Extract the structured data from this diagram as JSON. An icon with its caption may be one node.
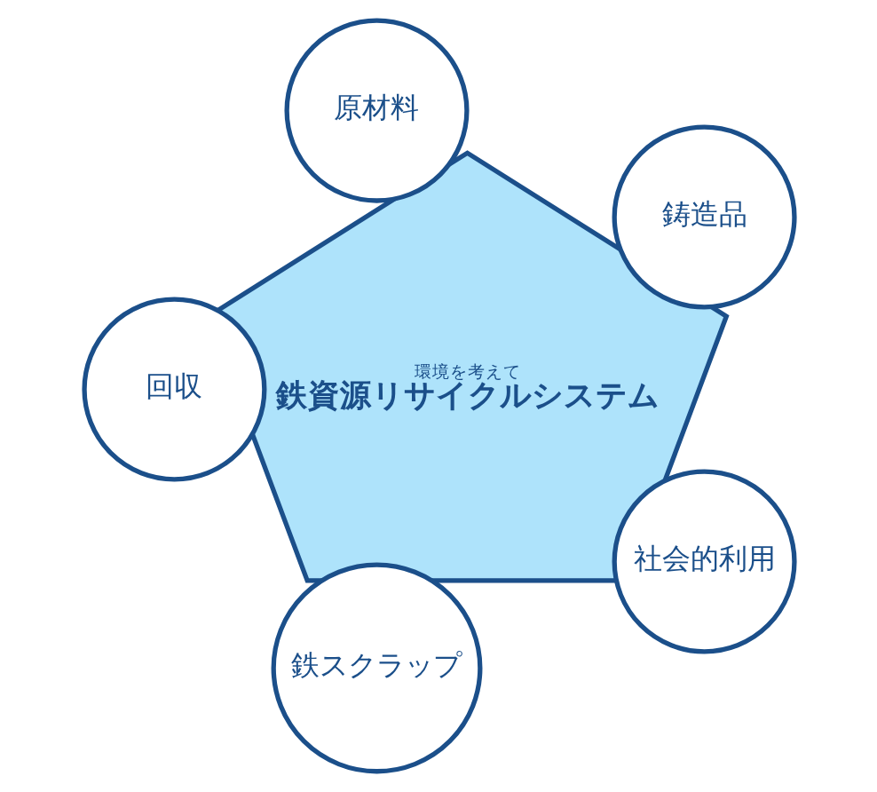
{
  "diagram": {
    "nodes": [
      {
        "text": [
          "環境を考えて",
          "鉄資源リサイクルシステム"
        ]
      },
      {
        "text": [
          "鋳造品"
        ]
      },
      {
        "text": [
          "原材料"
        ]
      },
      {
        "text": [
          "回収"
        ]
      },
      {
        "text": [
          "鉄スクラップ"
        ]
      },
      {
        "text": [
          "社会的利用"
        ]
      }
    ],
    "edges": []
  }
}
